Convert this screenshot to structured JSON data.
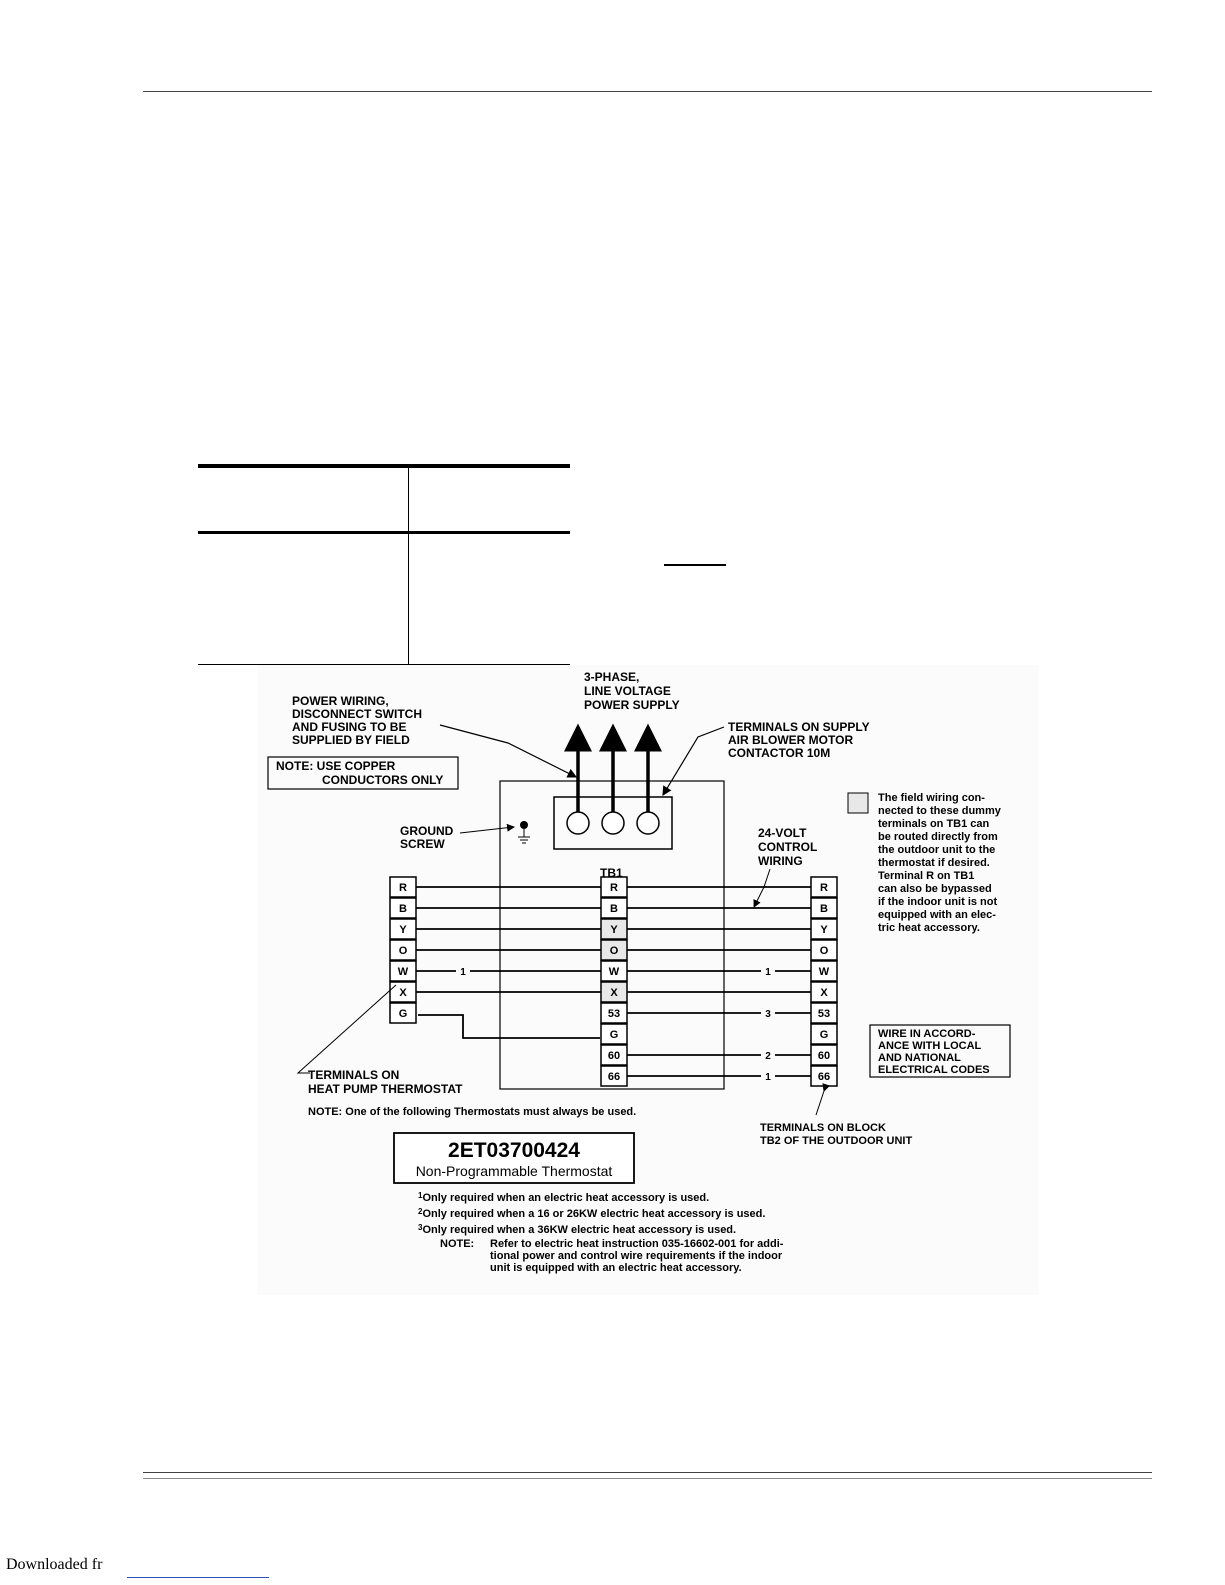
{
  "diagram": {
    "callouts": {
      "power_wiring": [
        "POWER WIRING,",
        "DISCONNECT SWITCH",
        "AND FUSING TO BE",
        "SUPPLIED BY FIELD"
      ],
      "note_copper": [
        "NOTE:  USE COPPER",
        "CONDUCTORS ONLY"
      ],
      "three_phase": [
        "3-PHASE,",
        "LINE VOLTAGE",
        "POWER SUPPLY"
      ],
      "contactor": [
        "TERMINALS ON SUPPLY",
        "AIR BLOWER MOTOR",
        "CONTACTOR 10M"
      ],
      "ground": [
        "GROUND",
        "SCREW"
      ],
      "tb1_label": "TB1",
      "control_wiring": [
        "24-VOLT",
        "CONTROL",
        "WIRING"
      ],
      "dummy_note": [
        "The field wiring con-",
        "nected to these dummy",
        "terminals on TB1 can",
        "be routed directly from",
        "the outdoor unit to the",
        "thermostat if desired.",
        "Terminal  R  on TB1",
        "can also be bypassed",
        "if the indoor unit is not",
        "equipped with an elec-",
        "tric heat accessory."
      ],
      "wire_codes": [
        "WIRE IN ACCORD-",
        "ANCE WITH LOCAL",
        "AND NATIONAL",
        "ELECTRICAL CODES"
      ],
      "thermostat_terminals": [
        "TERMINALS ON",
        "HEAT PUMP THERMOSTAT"
      ],
      "block_terminals": [
        "TERMINALS ON BLOCK",
        "TB2 OF THE OUTDOOR UNIT"
      ],
      "note_thermostat": "NOTE:  One of the following Thermostats must always be used."
    },
    "thermostat_terminals": [
      "R",
      "B",
      "Y",
      "O",
      "W",
      "X",
      "G"
    ],
    "tb1_terminals": [
      "R",
      "B",
      "Y",
      "O",
      "W",
      "X",
      "53",
      "G",
      "60",
      "66"
    ],
    "tb2_terminals": [
      "R",
      "B",
      "Y",
      "O",
      "W",
      "X",
      "53",
      "G",
      "60",
      "66"
    ],
    "wire_marks": {
      "w_left": "1",
      "w_right": "1",
      "t53": "3",
      "t60": "2",
      "t66": "1"
    },
    "model": {
      "number": "2ET03700424",
      "name": "Non-Programmable Thermostat"
    },
    "footnotes": [
      {
        "num": "1",
        "text": "Only required when an electric heat accessory is used."
      },
      {
        "num": "2",
        "text": "Only required when a 16 or 26KW electric heat accessory is used."
      },
      {
        "num": "3",
        "text": "Only required when a 36KW electric heat accessory is used."
      }
    ],
    "final_note": {
      "label": "NOTE:",
      "lines": [
        "Refer to electric heat instruction  035-16602-001  for addi-",
        "tional power and control wire requirements if the indoor",
        "unit is equipped with an electric heat accessory."
      ]
    }
  },
  "footer": {
    "downloaded": "Downloaded fr"
  }
}
